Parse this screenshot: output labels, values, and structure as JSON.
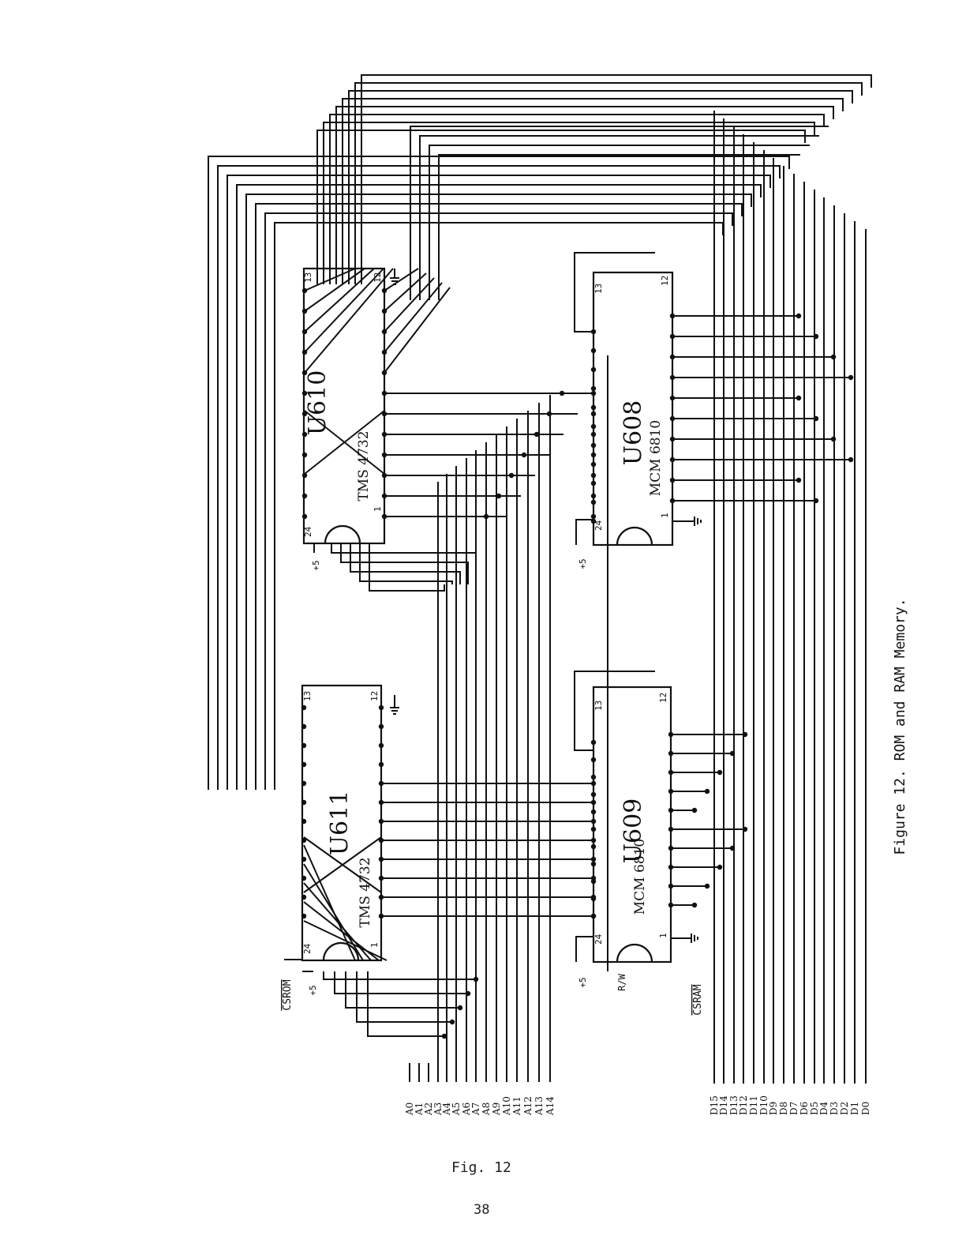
{
  "caption": "Figure 12.  ROM and RAM Memory.",
  "fig_label": "Fig. 12",
  "page_number": "38",
  "chips": [
    {
      "id": "U610",
      "part": "TMS 4732",
      "pins": {
        "p1": "1",
        "p12": "12",
        "p13": "13",
        "p24": "24"
      }
    },
    {
      "id": "U611",
      "part": "TMS 4732",
      "pins": {
        "p1": "1",
        "p12": "12",
        "p13": "13",
        "p24": "24"
      }
    },
    {
      "id": "U608",
      "part": "MCM 6810",
      "pins": {
        "p1": "1",
        "p12": "12",
        "p13": "13",
        "p24": "24"
      }
    },
    {
      "id": "U609",
      "part": "MCM 6810",
      "pins": {
        "p1": "1",
        "p12": "12",
        "p13": "13",
        "p24": "24"
      }
    }
  ],
  "signals": {
    "cs_rom": "CSROM",
    "cs_ram": "CSRAM",
    "rw": "R/W",
    "vcc": "+5"
  },
  "address_lines": [
    "A0",
    "A1",
    "A2",
    "A3",
    "A4",
    "A5",
    "A6",
    "A7",
    "A8",
    "A9",
    "A10",
    "A11",
    "A12",
    "A13",
    "A14"
  ],
  "data_lines": [
    "D15",
    "D14",
    "D13",
    "D12",
    "D11",
    "D10",
    "D9",
    "D8",
    "D7",
    "D6",
    "D5",
    "D4",
    "D3",
    "D2",
    "D1",
    "D0"
  ]
}
